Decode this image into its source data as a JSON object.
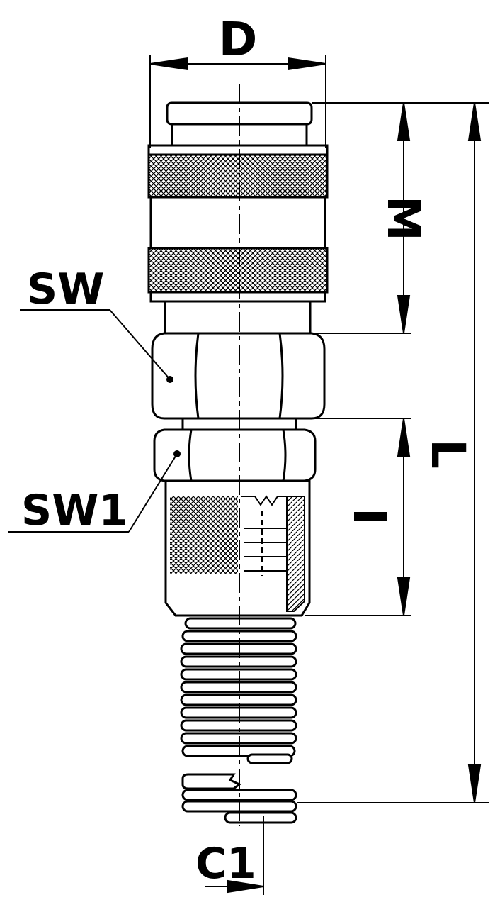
{
  "labels": {
    "D": "D",
    "M": "M",
    "L": "L",
    "I": "I",
    "SW": "SW",
    "SW1": "SW1",
    "C1": "C1"
  },
  "colors": {
    "line": "#000000",
    "background": "#ffffff"
  }
}
